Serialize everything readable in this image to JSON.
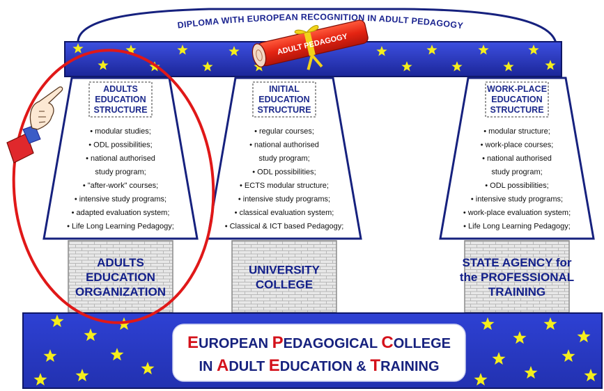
{
  "arch_title": "DIPLOMA WITH EUROPEAN RECOGNITION  IN ADULT PEDAGOGY",
  "scroll_label": "ADULT PEDAGOGY",
  "columns": [
    {
      "heading": [
        "ADULTS",
        "EDUCATION",
        "STRUCTURE"
      ],
      "items": [
        "• modular studies;",
        "• ODL possibilities;",
        "• national authorised",
        "study program;",
        "• \"after-work\" courses;",
        "• intensive study programs;",
        "• adapted evaluation system;",
        "• Life Long Learning Pedagogy;"
      ],
      "org": [
        "ADULTS",
        "EDUCATION",
        "ORGANIZATION"
      ]
    },
    {
      "heading": [
        "INITIAL",
        "EDUCATION",
        "STRUCTURE"
      ],
      "items": [
        "• regular courses;",
        "• national authorised",
        "study program;",
        "• ODL possibilities;",
        "• ECTS modular structure;",
        "• intensive study programs;",
        "• classical evaluation system;",
        "• Classical & ICT based Pedagogy;"
      ],
      "org": [
        "UNIVERSITY",
        "COLLEGE"
      ]
    },
    {
      "heading": [
        "WORK-PLACE",
        "EDUCATION",
        "STRUCTURE"
      ],
      "items": [
        "• modular structure;",
        "• work-place courses;",
        "• national authorised",
        "study program;",
        "• ODL possibilities;",
        "• intensive study programs;",
        "• work-place evaluation system;",
        "• Life Long Learning Pedagogy;"
      ],
      "org": [
        "STATE AGENCY for",
        "the PROFESSIONAL",
        "TRAINING"
      ]
    }
  ],
  "college": {
    "line1": [
      {
        "cap": "E",
        "rest": "UROPEAN "
      },
      {
        "cap": "P",
        "rest": "EDAGOGICAL "
      },
      {
        "cap": "C",
        "rest": "OLLEGE"
      }
    ],
    "line2": [
      {
        "cap": "",
        "rest": "IN "
      },
      {
        "cap": "A",
        "rest": "DULT "
      },
      {
        "cap": "E",
        "rest": "DUCATION & "
      },
      {
        "cap": "T",
        "rest": "RAINING"
      }
    ]
  },
  "colors": {
    "navy": "#16217e",
    "star": "#f5ee1c",
    "red": "#d4121b",
    "base_blue": "#2838c8"
  }
}
